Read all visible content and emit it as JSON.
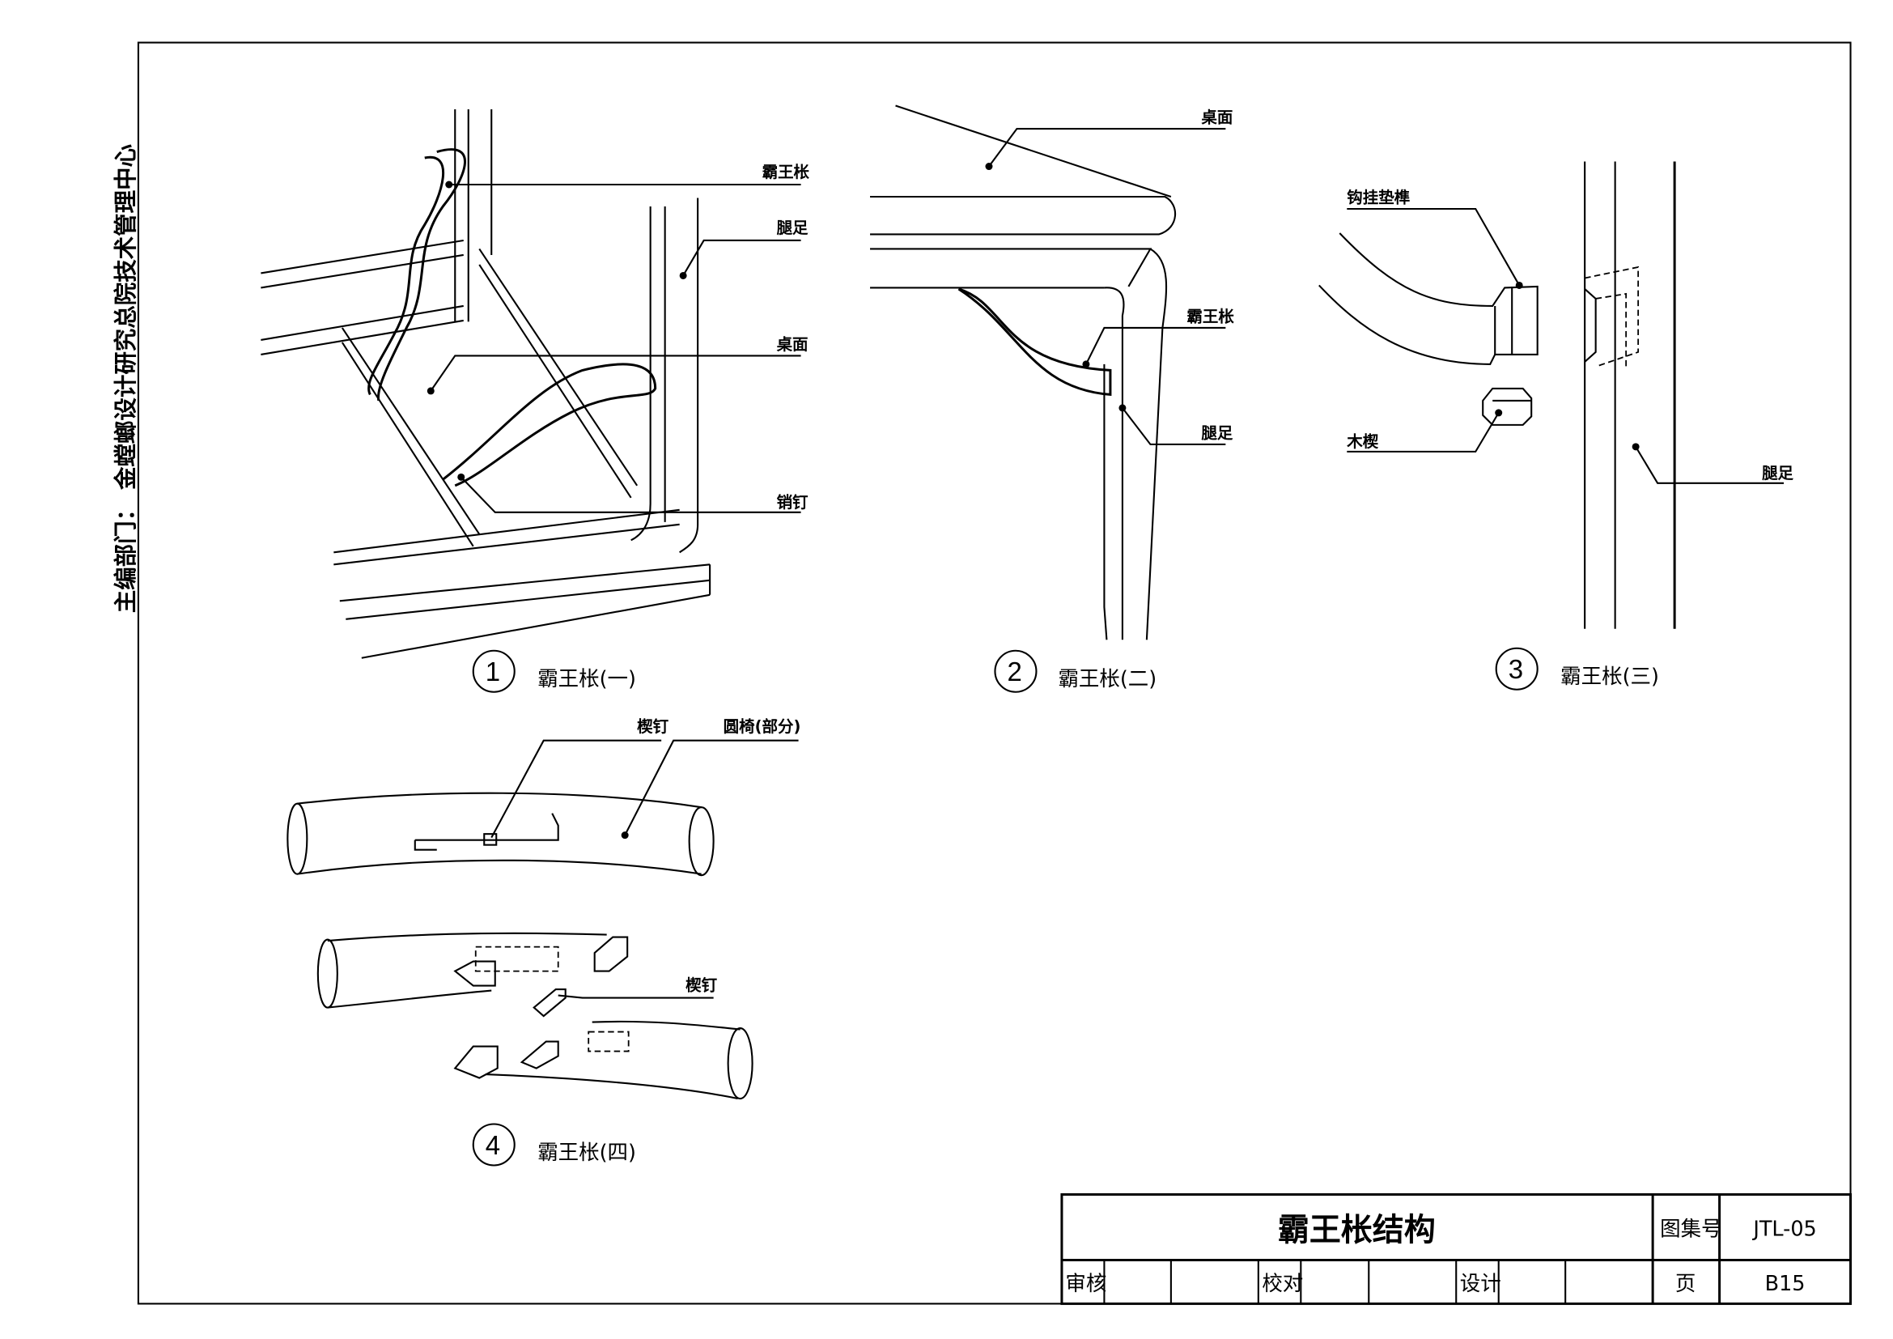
{
  "side_note": "主编部门：  金螳螂设计研究总院技术管理中心",
  "figures": [
    {
      "number": "1",
      "caption": "霸王枨(一)",
      "labels": [
        "霸王枨",
        "腿足",
        "桌面",
        "销钉"
      ]
    },
    {
      "number": "2",
      "caption": "霸王枨(二)",
      "labels": [
        "桌面",
        "霸王枨",
        "腿足"
      ]
    },
    {
      "number": "3",
      "caption": "霸王枨(三)",
      "labels": [
        "钩挂垫榫",
        "木楔",
        "腿足"
      ]
    },
    {
      "number": "4",
      "caption": "霸王枨(四)",
      "labels": [
        "楔钉",
        "圆椅(部分)",
        "楔钉"
      ]
    }
  ],
  "title_block": {
    "title": "霸王枨结构",
    "atlas_label": "图集号",
    "atlas_value": "JTL-05",
    "review_label": "审核",
    "check_label": "校对",
    "design_label": "设计",
    "page_label": "页",
    "page_value": "B15"
  }
}
